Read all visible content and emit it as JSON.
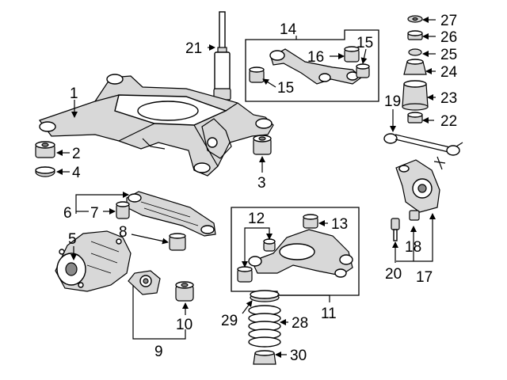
{
  "callouts": {
    "c1": "1",
    "c2": "2",
    "c3": "3",
    "c4": "4",
    "c5": "5",
    "c6": "6",
    "c7": "7",
    "c8": "8",
    "c9": "9",
    "c10": "10",
    "c11": "11",
    "c12": "12",
    "c13": "13",
    "c14": "14",
    "c15a": "15",
    "c15b": "15",
    "c16": "16",
    "c17": "17",
    "c18": "18",
    "c19": "19",
    "c20": "20",
    "c21": "21",
    "c22": "22",
    "c23": "23",
    "c24": "24",
    "c25": "25",
    "c26": "26",
    "c27": "27",
    "c28": "28",
    "c29": "29",
    "c30": "30"
  },
  "icons": {
    "subframe": "crossmember-icon",
    "shock": "shock-absorber-icon",
    "differential": "differential-icon",
    "spring": "coil-spring-icon",
    "knuckle": "knuckle-icon"
  },
  "colors": {
    "ink": "#000000",
    "shade": "#d8d8d8",
    "dark": "#8a8a8a",
    "paper": "#ffffff"
  }
}
